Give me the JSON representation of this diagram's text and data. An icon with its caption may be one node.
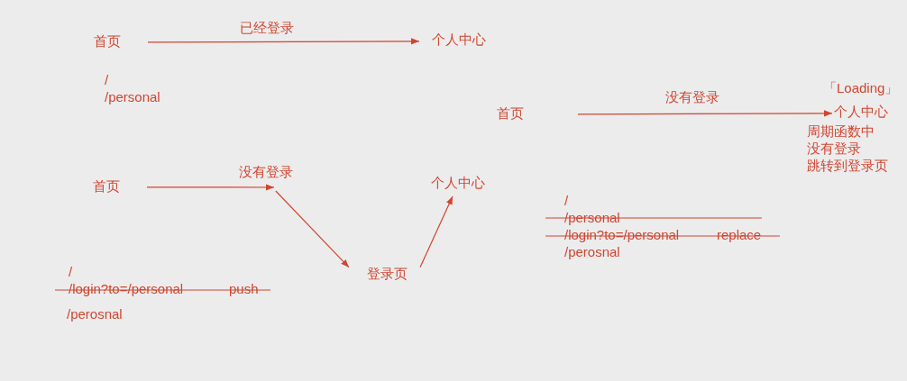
{
  "diagram": {
    "nodes": [
      {
        "text": [
          "首页"
        ]
      },
      {
        "text": [
          "个人中心"
        ]
      },
      {
        "text": [
          "首页"
        ]
      },
      {
        "text": [
          "个人中心"
        ],
        "beside": [
          "「Loading」",
          "周期函数中",
          "没有登录",
          "跳转到登录页"
        ]
      },
      {
        "text": [
          "首页"
        ]
      },
      {
        "text": [
          "没有登录"
        ]
      },
      {
        "text": [
          "登录页"
        ]
      },
      {
        "text": [
          "个人中心"
        ]
      }
    ],
    "edges": [
      {
        "from": 0,
        "to": 1,
        "arrow": "to",
        "label": "已经登录"
      },
      {
        "from": 2,
        "to": 3,
        "arrow": "to",
        "label": "没有登录"
      },
      {
        "from": 4,
        "to": 5,
        "arrow": "to"
      },
      {
        "from": 5,
        "to": 6,
        "arrow": "to"
      },
      {
        "from": 6,
        "to": 7,
        "arrow": "to"
      }
    ],
    "labels": [
      "/",
      "/personal",
      "/",
      "/personal",
      "/login?to=/personal",
      "replace",
      "/perosnal",
      "/",
      "/login?to=/personal",
      "push",
      "/perosnal"
    ]
  }
}
